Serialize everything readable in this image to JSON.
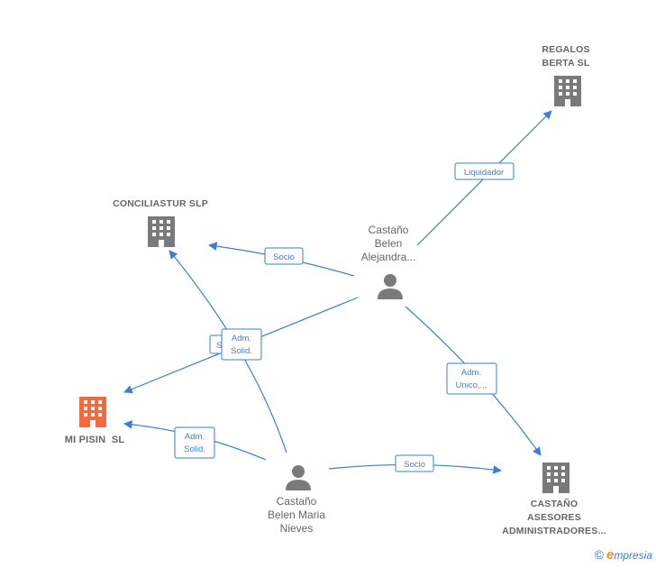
{
  "nodes": {
    "regalos": {
      "lines": [
        "REGALOS",
        "BERTA SL"
      ]
    },
    "conciliastur": {
      "lines": [
        "CONCILIASTUR SLP"
      ]
    },
    "mipisin": {
      "lines": [
        "MI PISIN  SL"
      ]
    },
    "castano_asesores": {
      "lines": [
        "CASTAÑO",
        "ASESORES",
        "ADMINISTRADORES..."
      ]
    },
    "alejandra": {
      "lines": [
        "Castaño",
        "Belen",
        "Alejandra..."
      ]
    },
    "nieves": {
      "lines": [
        "Castaño",
        "Belen Maria",
        "Nieves"
      ]
    }
  },
  "edges": {
    "liquidador": {
      "lines": [
        "Liquidador"
      ]
    },
    "socio_conc": {
      "lines": [
        "Socio"
      ]
    },
    "adm_solid_mid": {
      "lines": [
        "Adm.",
        "Solid."
      ]
    },
    "adm_solid_hidden": {
      "lines": [
        "S"
      ]
    },
    "adm_unico": {
      "lines": [
        "Adm.",
        "Unico,..."
      ]
    },
    "adm_solid_low": {
      "lines": [
        "Adm.",
        "Solid."
      ]
    },
    "socio_asesores": {
      "lines": [
        "Socio"
      ]
    }
  },
  "colors": {
    "edge": "#3a7fd5",
    "company_icon": "#7a7a7a",
    "highlight_icon": "#f26a3d"
  },
  "footer": {
    "copyright": "©",
    "brand_initial": "e",
    "brand_rest": "mpresia"
  }
}
